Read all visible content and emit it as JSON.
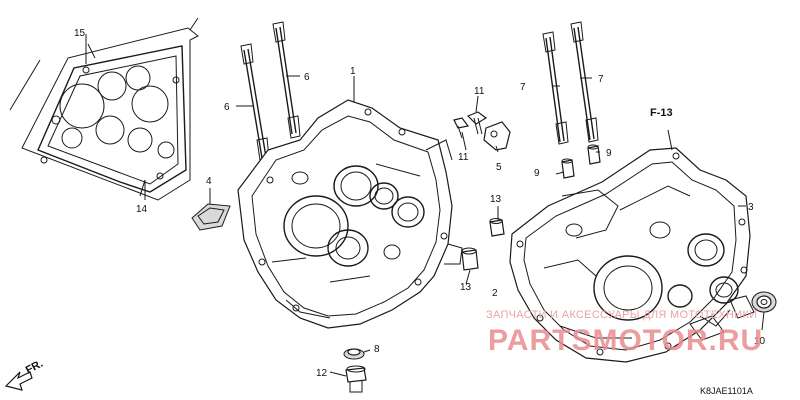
{
  "diagram": {
    "code": "K8JAE1101A",
    "direction_label": "FR.",
    "reference_label": "F-13"
  },
  "callouts": {
    "c1": "1",
    "c2": "2",
    "c3": "3",
    "c4": "4",
    "c5": "5",
    "c6a": "6",
    "c6b": "6",
    "c7a": "7",
    "c7b": "7",
    "c8": "8",
    "c9a": "9",
    "c9b": "9",
    "c10": "10",
    "c11a": "11",
    "c11b": "11",
    "c12": "12",
    "c13a": "13",
    "c13b": "13",
    "c14": "14",
    "c15": "15"
  },
  "watermark": {
    "line1": "ЗАПЧАСТИ И АКСЕССУАРЫ ДЛЯ МОТОТЕХНИКИ",
    "line2": "PARTSMOTOR.RU"
  },
  "colors": {
    "ink": "#1a1a1a",
    "watermark": "#e88c90",
    "background": "#ffffff"
  }
}
